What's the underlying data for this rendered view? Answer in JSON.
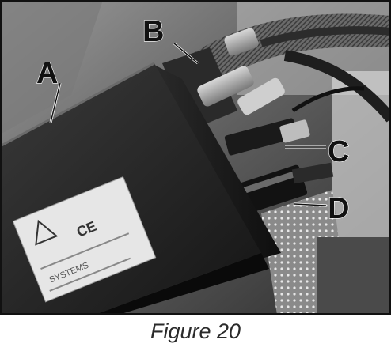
{
  "figure": {
    "caption": "Figure 20",
    "callouts": [
      {
        "id": "A",
        "label": "A"
      },
      {
        "id": "B",
        "label": "B"
      },
      {
        "id": "C",
        "label": "C"
      },
      {
        "id": "D",
        "label": "D"
      }
    ],
    "module_label_text": "CE",
    "module_brand_text": "SYSTEMS"
  }
}
